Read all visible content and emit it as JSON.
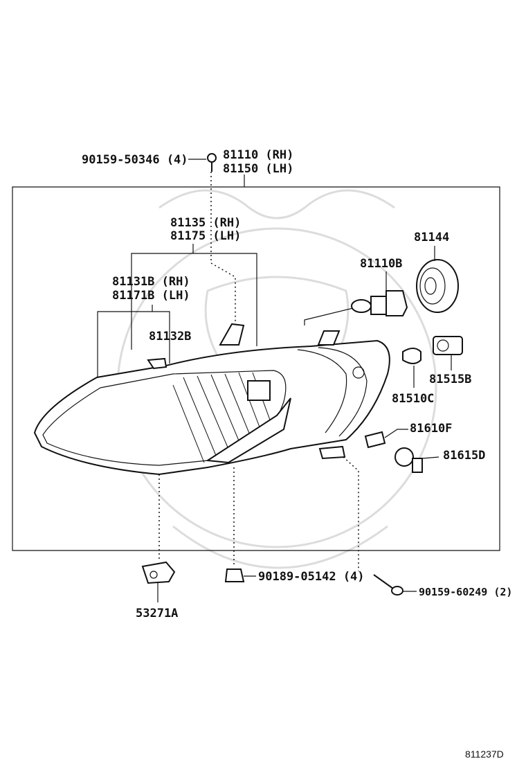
{
  "parts": {
    "bolt_top": "90159-50346 (4)",
    "unit_rh": "81110 (RH)",
    "unit_lh": "81150 (LH)",
    "lens_rh": "81135 (RH)",
    "lens_lh": "81175 (LH)",
    "reflector_rh": "81131B (RH)",
    "reflector_lh": "81171B (LH)",
    "seal": "81132B",
    "bulb_head": "81110B",
    "cap": "81144",
    "socket_1": "81515B",
    "bulb_1": "81510C",
    "bulb_2": "81610F",
    "socket_2": "81615D",
    "clip": "90189-05142 (4)",
    "screw": "90159-60249 (2)",
    "bracket": "53271A"
  },
  "figure_code": "811237D",
  "icons": {
    "bolt": "bolt-icon",
    "bulb": "bulb-icon",
    "socket": "socket-icon",
    "clip": "clip-icon",
    "screw": "screw-icon",
    "bracket": "bracket-icon"
  }
}
